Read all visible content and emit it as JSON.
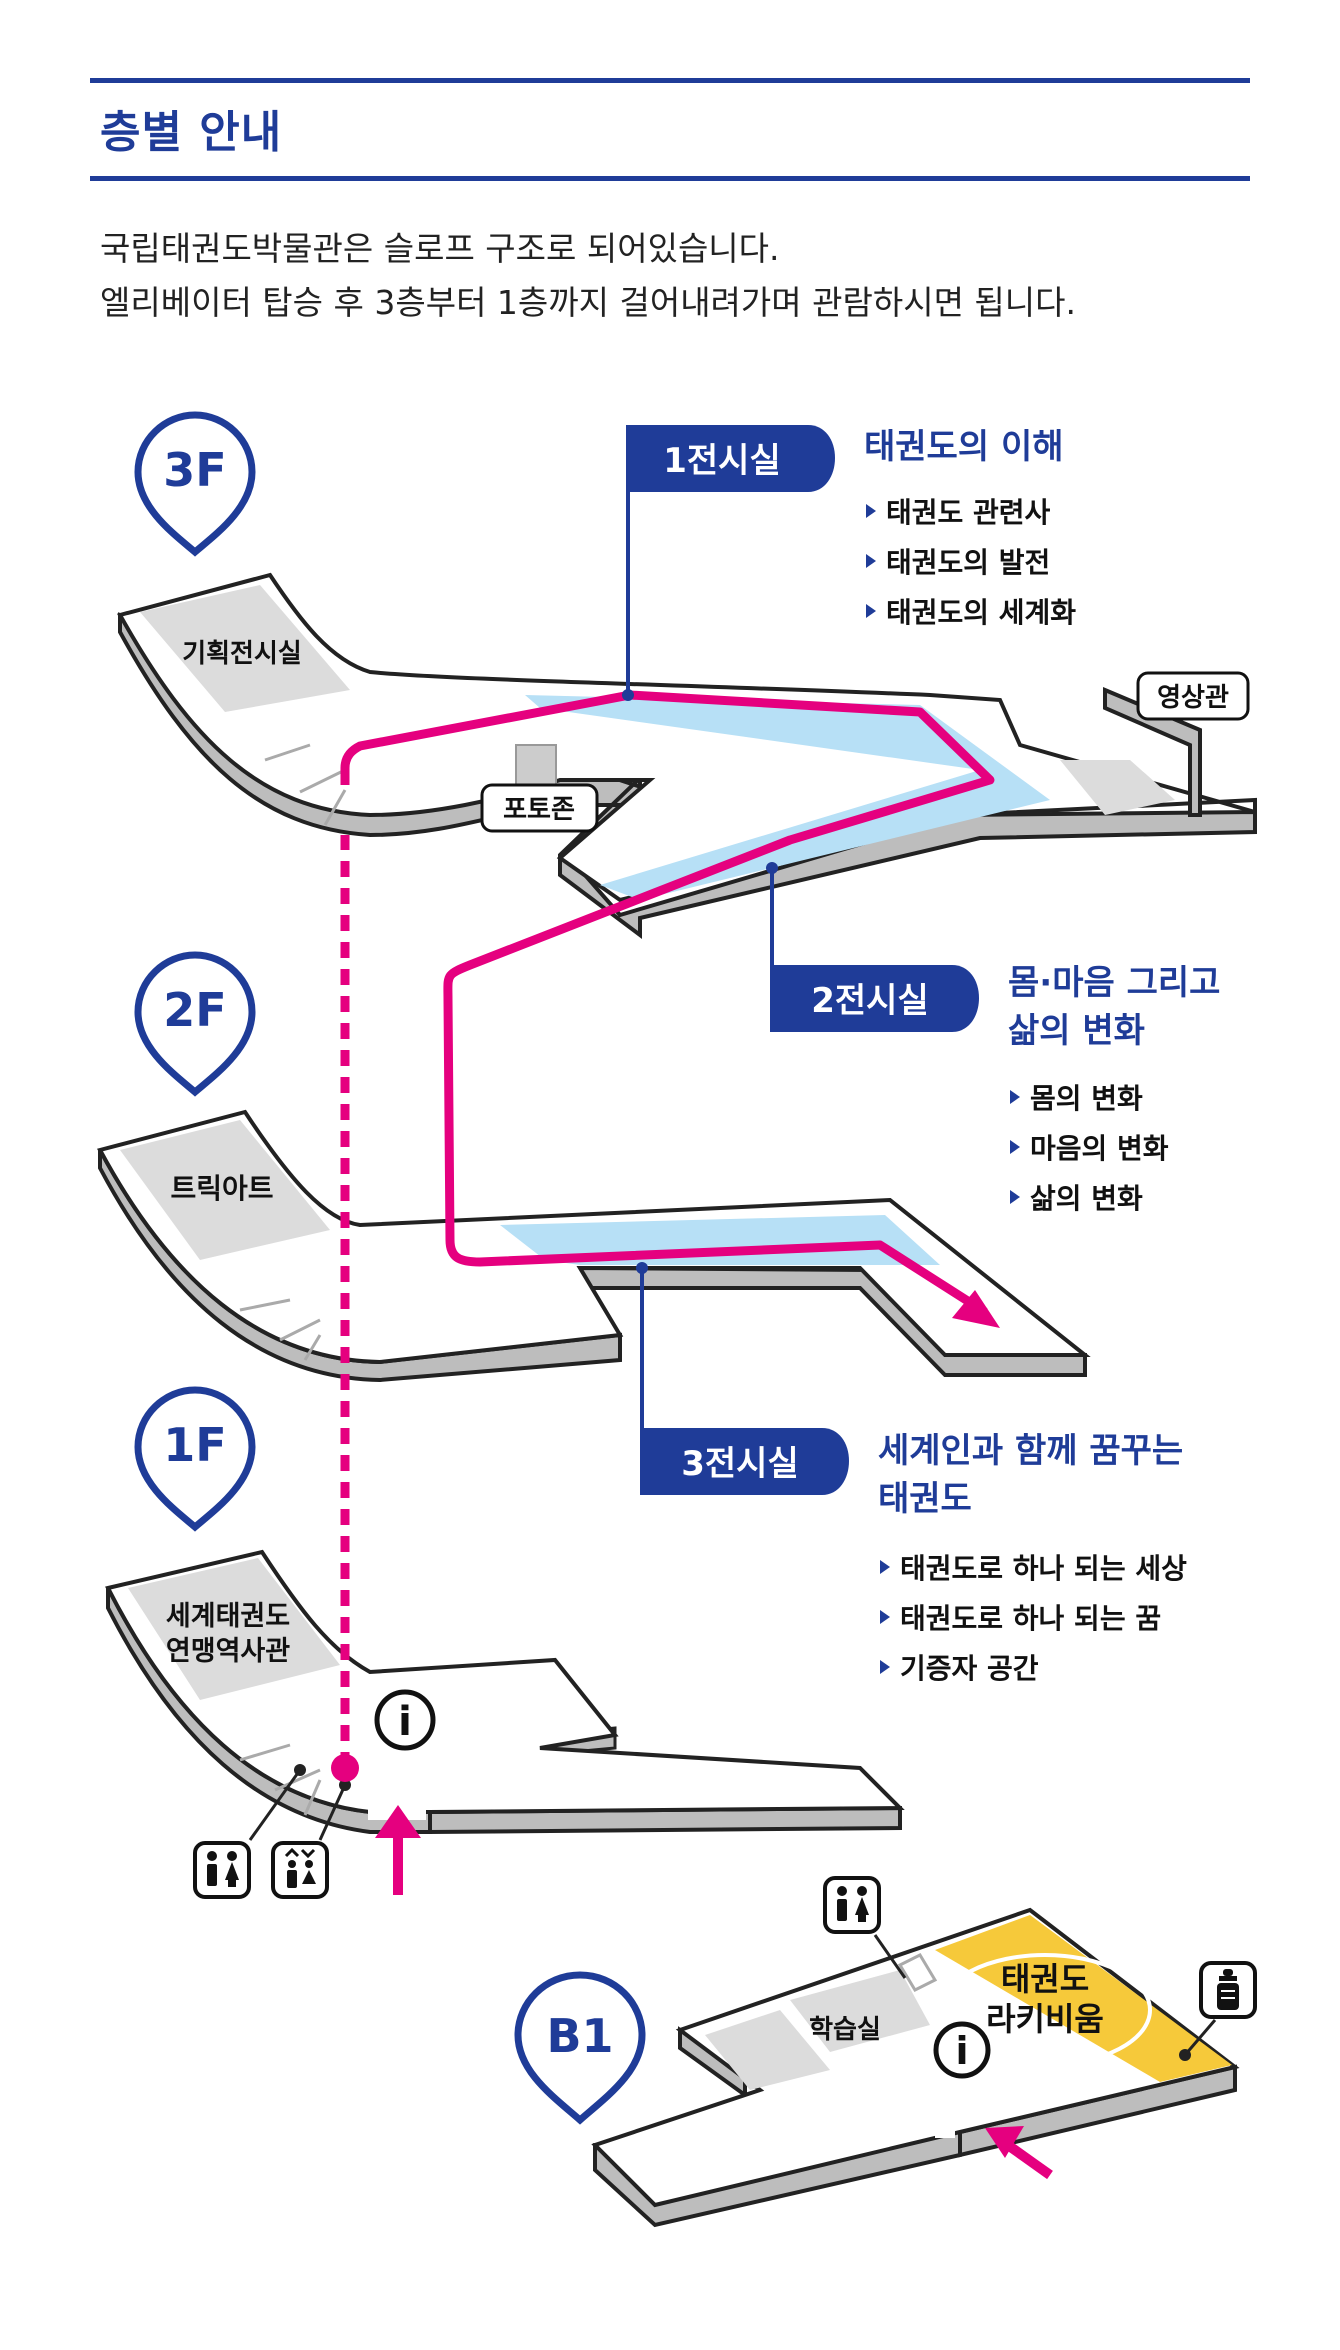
{
  "header": {
    "title": "층별 안내",
    "intro_lines": [
      "국립태권도박물관은 슬로프 구조로 되어있습니다.",
      "엘리베이터 탑승 후 3층부터 1층까지 걸어내려가며 관람하시면 됩니다."
    ]
  },
  "floors": {
    "f3": {
      "label": "3F",
      "rooms": [
        "기획전시실",
        "포토존",
        "영상관"
      ]
    },
    "f2": {
      "label": "2F",
      "rooms": [
        "트릭아트"
      ]
    },
    "f1": {
      "label": "1F",
      "rooms": [
        "세계태권도",
        "연맹역사관"
      ]
    },
    "b1": {
      "label": "B1",
      "rooms": [
        "학습실",
        "태권도",
        "라키비움"
      ]
    }
  },
  "galleries": [
    {
      "tag": "1전시실",
      "title": [
        "태권도의 이해"
      ],
      "items": [
        "태권도 관련사",
        "태권도의 발전",
        "태권도의 세계화"
      ]
    },
    {
      "tag": "2전시실",
      "title": [
        "몸·마음 그리고",
        "삶의 변화"
      ],
      "items": [
        "몸의 변화",
        "마음의 변화",
        "삶의 변화"
      ]
    },
    {
      "tag": "3전시실",
      "title": [
        "세계인과 함께 꿈꾸는",
        "태권도"
      ],
      "items": [
        "태권도로 하나 되는 세상",
        "태권도로 하나 되는 꿈",
        "기증자 공간"
      ]
    }
  ],
  "icons": {
    "info": "i",
    "pin": "map-pin-icon",
    "restroom": "restroom-icon",
    "accessible_restroom": "accessible-restroom-icon",
    "nursing": "baby-bottle-icon",
    "bullet": "triangle-bullet-icon"
  },
  "colors": {
    "navy": "#1f3c98",
    "route": "#e5007f",
    "water": "#b7e0f6",
    "room": "#dcdcdc",
    "lounge": "#f6c93a"
  }
}
